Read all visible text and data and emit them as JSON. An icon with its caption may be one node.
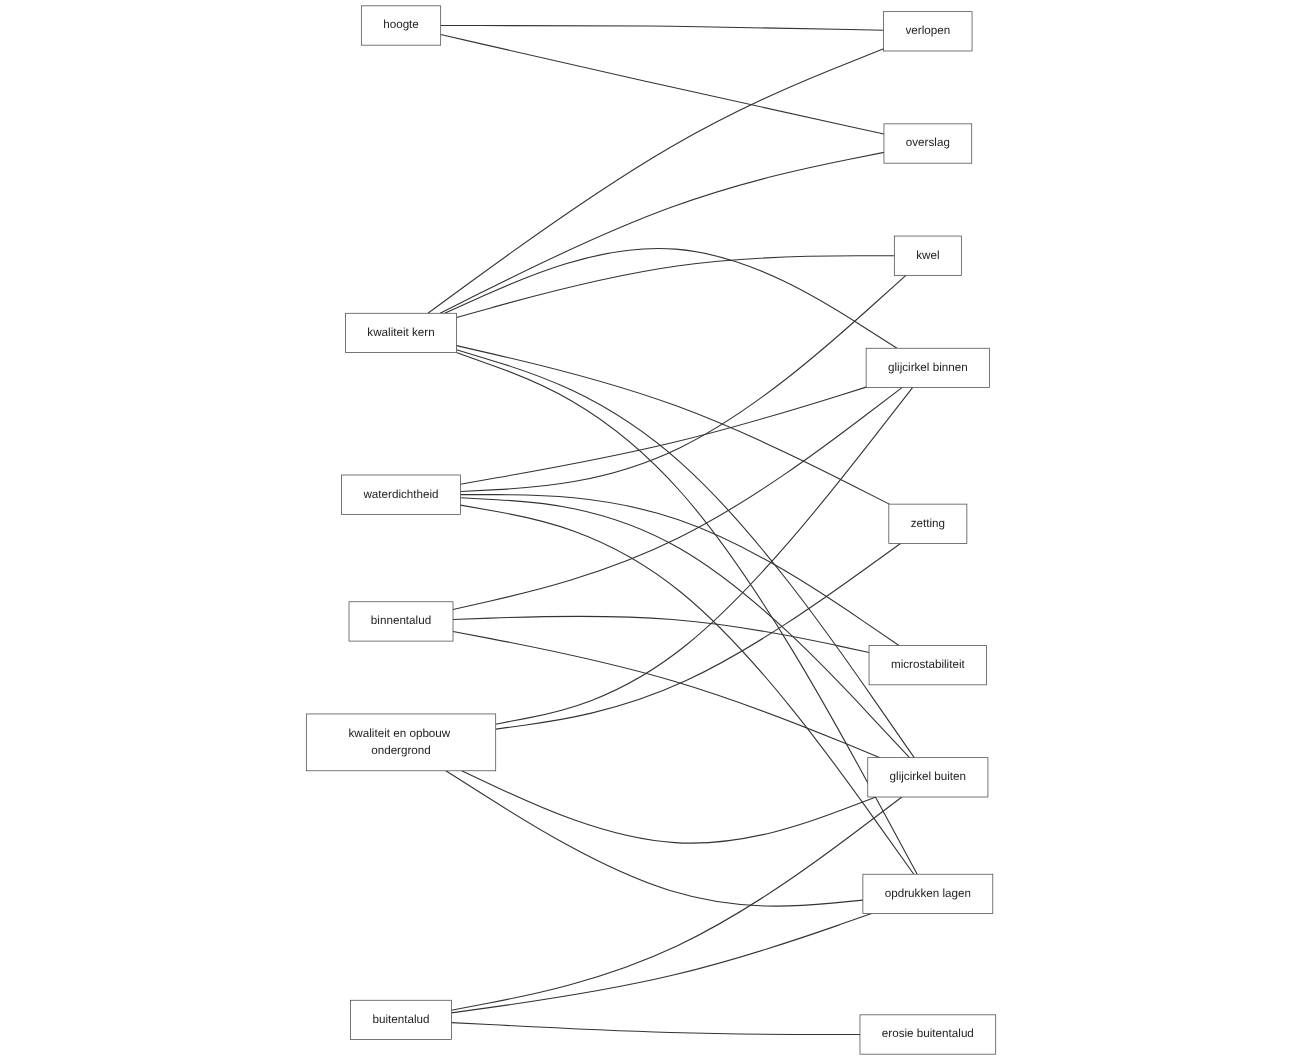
{
  "diagram": {
    "nodes": [
      {
        "text": [
          "hoogte"
        ]
      },
      {
        "text": [
          "waterdichtheid"
        ]
      },
      {
        "text": [
          "kwaliteit kern"
        ]
      },
      {
        "text": [
          "binnentalud"
        ]
      },
      {
        "text": [
          "buitentalud"
        ]
      },
      {
        "text": [
          "kwaliteit en opbouw ondergrond"
        ]
      },
      {
        "text": [
          "verlopen"
        ]
      },
      {
        "text": [
          "overslag"
        ]
      },
      {
        "text": [
          "glijcirkel binnen"
        ]
      },
      {
        "text": [
          "kwel"
        ]
      },
      {
        "text": [
          "zetting"
        ]
      },
      {
        "text": [
          "microstabiliteit"
        ]
      },
      {
        "text": [
          "glijcirkel buiten"
        ]
      },
      {
        "text": [
          "opdrukken lagen"
        ]
      },
      {
        "text": [
          "erosie buitentalud"
        ]
      }
    ],
    "edges": [
      {
        "from": 0,
        "to": 6,
        "arrow": "none"
      },
      {
        "from": 0,
        "to": 7,
        "arrow": "none"
      },
      {
        "from": 1,
        "to": 8,
        "arrow": "none"
      },
      {
        "from": 1,
        "to": 9,
        "arrow": "none"
      },
      {
        "from": 1,
        "to": 11,
        "arrow": "none"
      },
      {
        "from": 1,
        "to": 12,
        "arrow": "none"
      },
      {
        "from": 1,
        "to": 13,
        "arrow": "none"
      },
      {
        "from": 2,
        "to": 6,
        "arrow": "none"
      },
      {
        "from": 2,
        "to": 7,
        "arrow": "none"
      },
      {
        "from": 2,
        "to": 8,
        "arrow": "none"
      },
      {
        "from": 2,
        "to": 9,
        "arrow": "none"
      },
      {
        "from": 2,
        "to": 10,
        "arrow": "none"
      },
      {
        "from": 2,
        "to": 12,
        "arrow": "none"
      },
      {
        "from": 2,
        "to": 13,
        "arrow": "none"
      },
      {
        "from": 3,
        "to": 8,
        "arrow": "none"
      },
      {
        "from": 3,
        "to": 11,
        "arrow": "none"
      },
      {
        "from": 3,
        "to": 12,
        "arrow": "none"
      },
      {
        "from": 4,
        "to": 12,
        "arrow": "none"
      },
      {
        "from": 4,
        "to": 13,
        "arrow": "none"
      },
      {
        "from": 4,
        "to": 14,
        "arrow": "none"
      },
      {
        "from": 5,
        "to": 8,
        "arrow": "none"
      },
      {
        "from": 5,
        "to": 10,
        "arrow": "none"
      },
      {
        "from": 5,
        "to": 12,
        "arrow": "none"
      },
      {
        "from": 5,
        "to": 13,
        "arrow": "none"
      }
    ]
  }
}
